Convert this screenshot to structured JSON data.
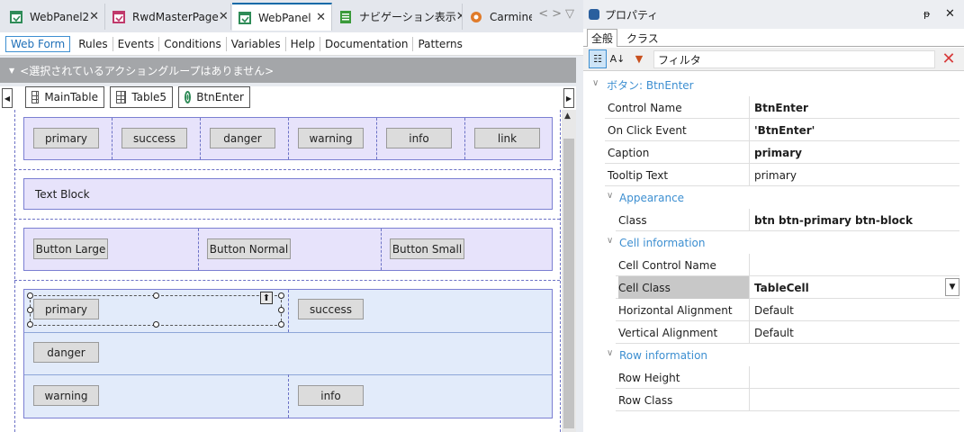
{
  "editor_tabs": [
    {
      "label": "WebPanel2",
      "icon": "webpanel-icon",
      "active": false
    },
    {
      "label": "RwdMasterPage",
      "icon": "masterpage-icon",
      "active": false
    },
    {
      "label": "WebPanel",
      "icon": "webpanel-icon",
      "active": true
    },
    {
      "label": "ナビゲーション表示",
      "icon": "navigation-icon",
      "active": false
    },
    {
      "label": "Carmine",
      "icon": "theme-icon",
      "active": false
    }
  ],
  "subtabs": [
    "Web Form",
    "Rules",
    "Events",
    "Conditions",
    "Variables",
    "Help",
    "Documentation",
    "Patterns"
  ],
  "action_group": "<選択されているアクショングループはありません>",
  "breadcrumbs": [
    "MainTable",
    "Table5",
    "BtnEnter"
  ],
  "form": {
    "row1_buttons": [
      "primary",
      "success",
      "danger",
      "warning",
      "info",
      "link"
    ],
    "text_block": "Text Block",
    "size_buttons": [
      "Button Large",
      "Button Normal",
      "Button Small"
    ],
    "grid_buttons": {
      "primary": "primary",
      "success": "success",
      "danger": "danger",
      "warning": "warning",
      "info": "info"
    }
  },
  "properties": {
    "title": "プロパティ",
    "pin": "ᵽ",
    "close": "✕",
    "tabs": [
      "全般",
      "クラス"
    ],
    "filter_placeholder": "フィルタ",
    "header": "ボタン: BtnEnter",
    "rows": [
      {
        "name": "Control Name",
        "value": "BtnEnter",
        "bold": true
      },
      {
        "name": "On Click Event",
        "value": "'BtnEnter'",
        "bold": true
      },
      {
        "name": "Caption",
        "value": "primary",
        "bold": true
      },
      {
        "name": "Tooltip Text",
        "value": "primary",
        "bold": false
      }
    ],
    "appearance": {
      "label": "Appearance",
      "rows": [
        {
          "name": "Class",
          "value": "btn btn-primary btn-block"
        }
      ]
    },
    "cell_info": {
      "label": "Cell information",
      "rows": [
        {
          "name": "Cell Control Name",
          "value": ""
        },
        {
          "name": "Cell Class",
          "value": "TableCell"
        },
        {
          "name": "Horizontal Alignment",
          "value": "Default"
        },
        {
          "name": "Vertical Alignment",
          "value": "Default"
        }
      ]
    },
    "row_info": {
      "label": "Row information",
      "rows": [
        {
          "name": "Row Height",
          "value": ""
        },
        {
          "name": "Row Class",
          "value": ""
        }
      ]
    }
  }
}
